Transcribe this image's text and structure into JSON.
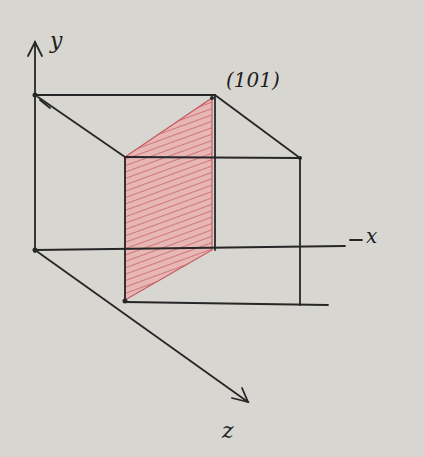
{
  "diagram": {
    "labels": [
      "y",
      "(101)",
      "x",
      "z"
    ]
  }
}
